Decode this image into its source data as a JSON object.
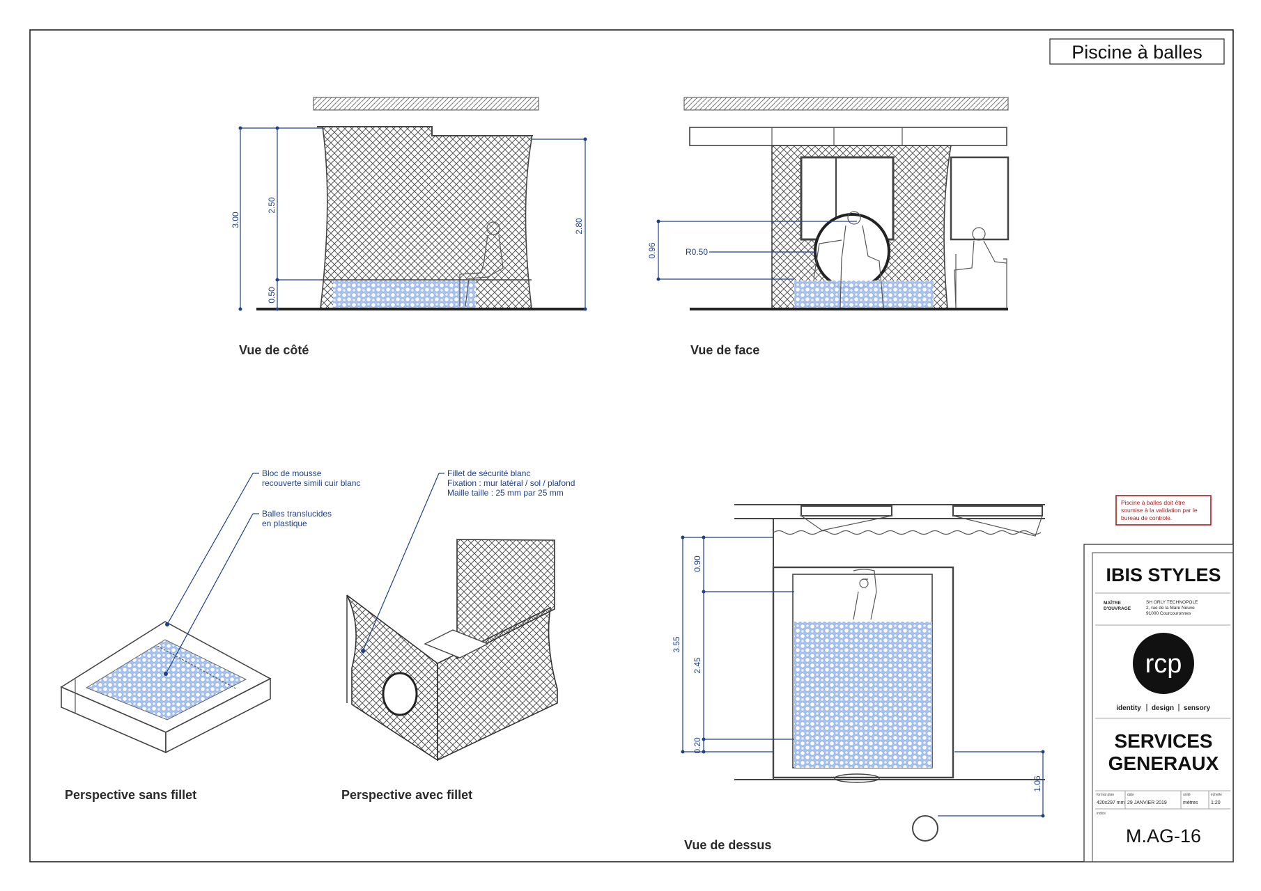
{
  "title_box": {
    "label": "Piscine à balles"
  },
  "views": {
    "side": {
      "caption": "Vue de côté",
      "dims": {
        "total": "3.00",
        "upper": "2.50",
        "lower": "0.50",
        "right": "2.80"
      }
    },
    "front": {
      "caption": "Vue de face",
      "dims": {
        "height": "0.96",
        "radius": "R0.50"
      }
    },
    "persp_plain": {
      "caption": "Perspective sans fillet",
      "note1": [
        "Bloc de mousse",
        "recouverte simili cuir blanc"
      ],
      "note2": [
        "Balles translucides",
        "en plastique"
      ]
    },
    "persp_net": {
      "caption": "Perspective avec fillet",
      "note": [
        "Fillet  de sécurité blanc",
        "Fixation : mur latéral / sol / plafond",
        "Maille taille : 25 mm par 25 mm"
      ]
    },
    "top": {
      "caption": "Vue de dessus",
      "dims": {
        "total": "3.55",
        "d1": "0.90",
        "d2": "2.45",
        "d3": "0.20",
        "right": "1.06"
      }
    }
  },
  "warning": [
    "Piscine à balles doit être",
    "soumise à la validation par le",
    "bureau de controle."
  ],
  "cartouche": {
    "client": "IBIS STYLES",
    "owner_label": [
      "MAÎTRE",
      "D'OUVRAGE"
    ],
    "owner_address": [
      "SH ORLY TECHNOPOLE",
      "2, rue de la Mare Neuve",
      "91000 Courcouronnes"
    ],
    "logo_text": "rcp",
    "tagline": [
      "identity",
      "design",
      "sensory"
    ],
    "project": [
      "SERVICES",
      "GENERAUX"
    ],
    "meta_headers": [
      "format plan",
      "date",
      "unité",
      "échelle"
    ],
    "format": "420x297 mm",
    "date": "29 JANVIER 2019",
    "unit": "mètres",
    "scale": "1:20",
    "index_label": "indice",
    "drawing_no": "M.AG-16"
  },
  "colors": {
    "dimension": "#1d3f8c",
    "balls": "#a9c3ef",
    "warning": "#a11d1d",
    "ink": "#444444"
  }
}
